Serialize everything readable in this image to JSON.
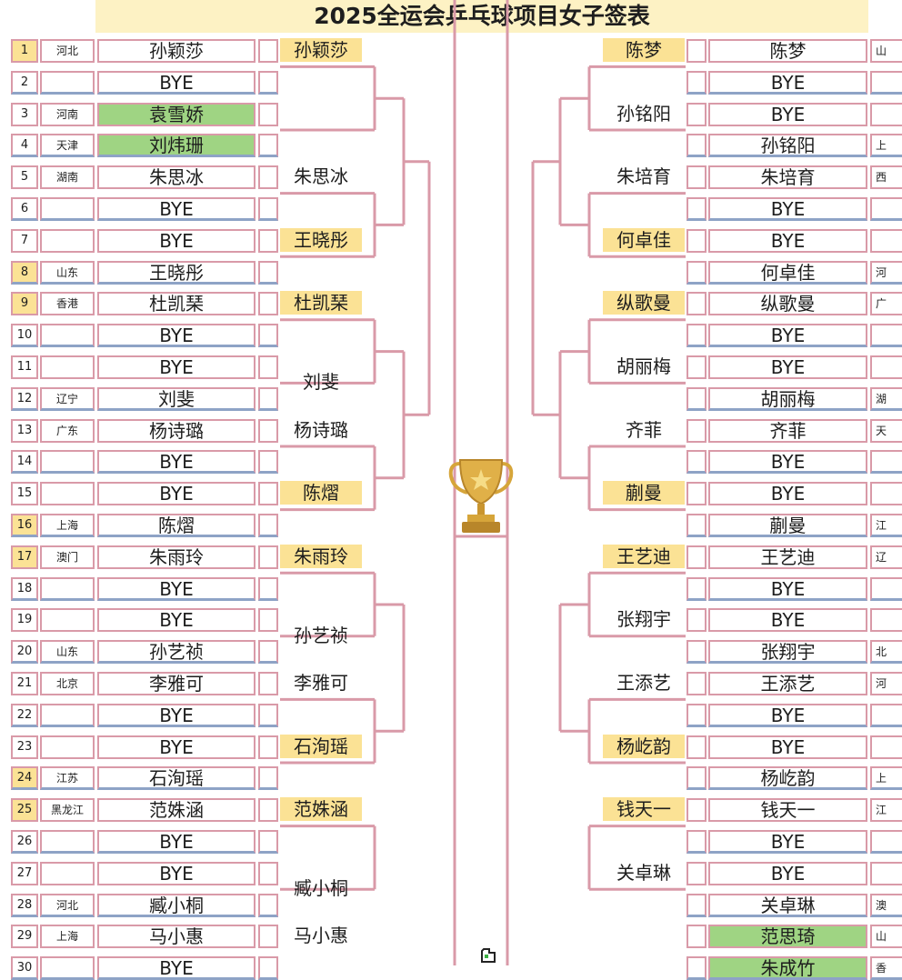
{
  "title": "2025全运会乒乓球项目女子签表",
  "left_players": [
    {
      "seed": "1",
      "prov": "河北",
      "name": "孙颖莎"
    },
    {
      "seed": "2",
      "prov": "",
      "name": "BYE"
    },
    {
      "seed": "3",
      "prov": "河南",
      "name": "袁雪娇"
    },
    {
      "seed": "4",
      "prov": "天津",
      "name": "刘炜珊"
    },
    {
      "seed": "5",
      "prov": "湖南",
      "name": "朱思冰"
    },
    {
      "seed": "6",
      "prov": "",
      "name": "BYE"
    },
    {
      "seed": "7",
      "prov": "",
      "name": "BYE"
    },
    {
      "seed": "8",
      "prov": "山东",
      "name": "王晓彤"
    },
    {
      "seed": "9",
      "prov": "香港",
      "name": "杜凯琹"
    },
    {
      "seed": "10",
      "prov": "",
      "name": "BYE"
    },
    {
      "seed": "11",
      "prov": "",
      "name": "BYE"
    },
    {
      "seed": "12",
      "prov": "辽宁",
      "name": "刘斐"
    },
    {
      "seed": "13",
      "prov": "广东",
      "name": "杨诗璐"
    },
    {
      "seed": "14",
      "prov": "",
      "name": "BYE"
    },
    {
      "seed": "15",
      "prov": "",
      "name": "BYE"
    },
    {
      "seed": "16",
      "prov": "上海",
      "name": "陈熠"
    },
    {
      "seed": "17",
      "prov": "澳门",
      "name": "朱雨玲"
    },
    {
      "seed": "18",
      "prov": "",
      "name": "BYE"
    },
    {
      "seed": "19",
      "prov": "",
      "name": "BYE"
    },
    {
      "seed": "20",
      "prov": "山东",
      "name": "孙艺祯"
    },
    {
      "seed": "21",
      "prov": "北京",
      "name": "李雅可"
    },
    {
      "seed": "22",
      "prov": "",
      "name": "BYE"
    },
    {
      "seed": "23",
      "prov": "",
      "name": "BYE"
    },
    {
      "seed": "24",
      "prov": "江苏",
      "name": "石洵瑶"
    },
    {
      "seed": "25",
      "prov": "黑龙江",
      "name": "范姝涵"
    },
    {
      "seed": "26",
      "prov": "",
      "name": "BYE"
    },
    {
      "seed": "27",
      "prov": "",
      "name": "BYE"
    },
    {
      "seed": "28",
      "prov": "河北",
      "name": "臧小桐"
    },
    {
      "seed": "29",
      "prov": "上海",
      "name": "马小惠"
    },
    {
      "seed": "30",
      "prov": "",
      "name": "BYE"
    }
  ],
  "left_winners": [
    "孙颖莎",
    "朱思冰",
    "王晓彤",
    "杜凯琹",
    "刘斐",
    "杨诗璐",
    "陈熠",
    "朱雨玲",
    "孙艺祯",
    "李雅可",
    "石洵瑶",
    "范姝涵",
    "臧小桐",
    "马小惠"
  ],
  "right_players": [
    {
      "name": "陈梦",
      "prov": "山"
    },
    {
      "name": "BYE",
      "prov": ""
    },
    {
      "name": "BYE",
      "prov": ""
    },
    {
      "name": "孙铭阳",
      "prov": "上"
    },
    {
      "name": "朱培育",
      "prov": "西"
    },
    {
      "name": "BYE",
      "prov": ""
    },
    {
      "name": "BYE",
      "prov": ""
    },
    {
      "name": "何卓佳",
      "prov": "河"
    },
    {
      "name": "纵歌曼",
      "prov": "广"
    },
    {
      "name": "BYE",
      "prov": ""
    },
    {
      "name": "BYE",
      "prov": ""
    },
    {
      "name": "胡丽梅",
      "prov": "湖"
    },
    {
      "name": "齐菲",
      "prov": "天"
    },
    {
      "name": "BYE",
      "prov": ""
    },
    {
      "name": "BYE",
      "prov": ""
    },
    {
      "name": "蒯曼",
      "prov": "江"
    },
    {
      "name": "王艺迪",
      "prov": "辽"
    },
    {
      "name": "BYE",
      "prov": ""
    },
    {
      "name": "BYE",
      "prov": ""
    },
    {
      "name": "张翔宇",
      "prov": "北"
    },
    {
      "name": "王添艺",
      "prov": "河"
    },
    {
      "name": "BYE",
      "prov": ""
    },
    {
      "name": "BYE",
      "prov": ""
    },
    {
      "name": "杨屹韵",
      "prov": "上"
    },
    {
      "name": "钱天一",
      "prov": "江"
    },
    {
      "name": "BYE",
      "prov": ""
    },
    {
      "name": "BYE",
      "prov": ""
    },
    {
      "name": "关卓琳",
      "prov": "澳"
    },
    {
      "name": "范思琦",
      "prov": "山"
    },
    {
      "name": "朱成竹",
      "prov": "香"
    }
  ],
  "right_winners": [
    "陈梦",
    "孙铭阳",
    "朱培育",
    "何卓佳",
    "纵歌曼",
    "胡丽梅",
    "齐菲",
    "蒯曼",
    "王艺迪",
    "张翔宇",
    "王添艺",
    "杨屹韵",
    "钱天一",
    "关卓琳"
  ],
  "colors": {
    "line": "#d99aa8",
    "seed_highlight": "#fbe295",
    "player_highlight": "#9fd483",
    "title_bg": "#fdf2c4",
    "row_underline": "#8ea3c6",
    "trophy": "#d6a53a"
  },
  "icons": {
    "trophy": "trophy-icon",
    "cursor": "cursor-icon"
  }
}
